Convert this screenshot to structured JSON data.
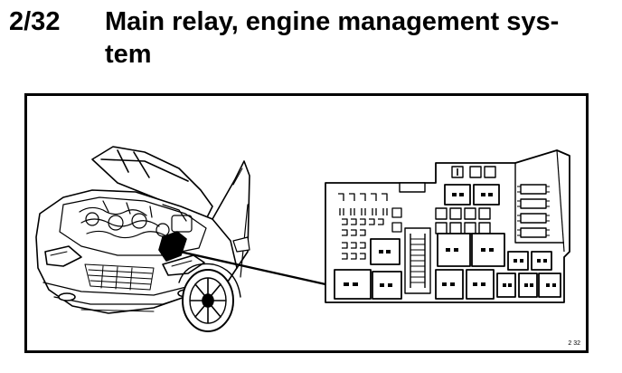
{
  "section": {
    "number": "2/32",
    "title": "Main relay, engine management sys-\ntem"
  },
  "figure": {
    "id_label": "2 32",
    "illustration": "car-engine-bay-with-relay-box-callout",
    "relay_symbol": "▬ ▬"
  }
}
